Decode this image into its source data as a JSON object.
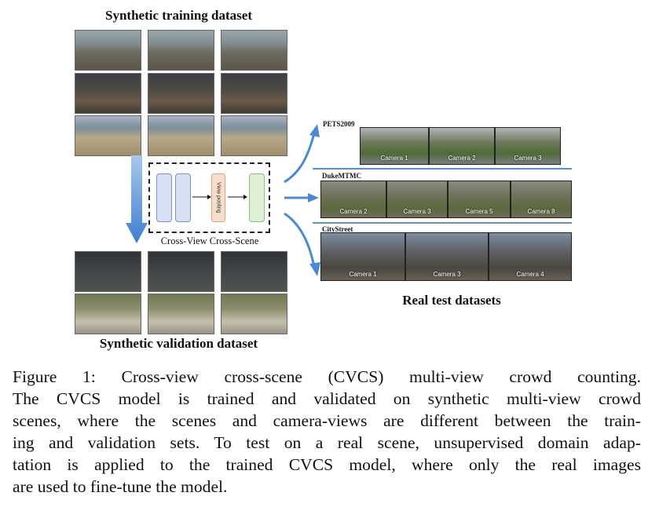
{
  "figure": {
    "top_title": "Synthetic training dataset",
    "bottom_title": "Synthetic validation dataset",
    "right_title": "Real test datasets",
    "model_label": "Cross-View Cross-Scene",
    "view_pooling": "View pooling",
    "datasets": [
      {
        "name": "PETS2009",
        "cameras": [
          "Camera 1",
          "Camera 2",
          "Camera 3"
        ]
      },
      {
        "name": "DukeMTMC",
        "cameras": [
          "Camera 2",
          "Camera 3",
          "Camera 5",
          "Camera 8"
        ]
      },
      {
        "name": "CityStreet",
        "cameras": [
          "Camera 1",
          "Camera 3",
          "Camera 4"
        ]
      }
    ],
    "colors": {
      "arrow": "#4a8ad4",
      "separator": "#5a8fd1",
      "dashed_box": "#222222"
    }
  },
  "caption": {
    "lines": [
      "Figure 1:  Cross-view cross-scene (CVCS) multi-view crowd counting.",
      "The CVCS model is trained and validated on synthetic multi-view crowd",
      "scenes, where the scenes and camera-views are different between the train-",
      "ing and validation sets. To test on a real scene, unsupervised domain adap-",
      "tation is applied to the trained CVCS model, where only the real images",
      "are used to fine-tune the model."
    ]
  }
}
